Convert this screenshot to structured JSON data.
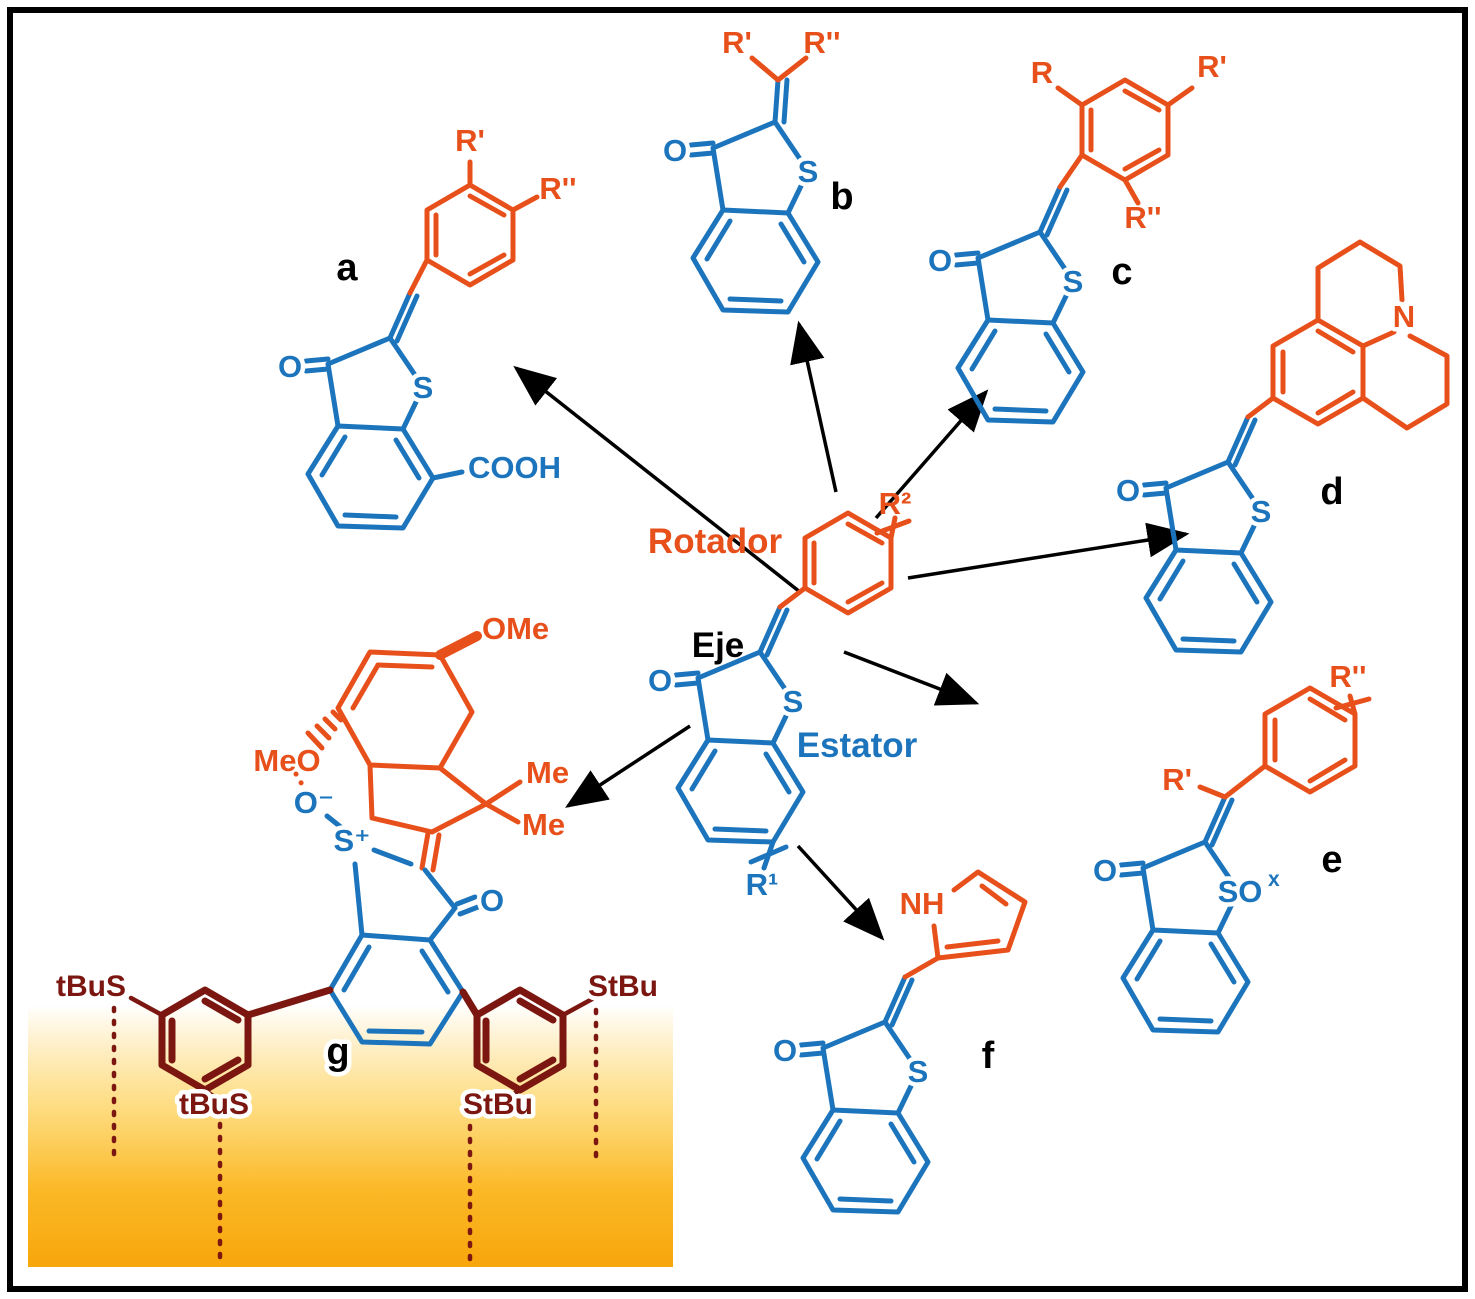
{
  "colors": {
    "rotor_orange": "#E8501B",
    "stator_blue": "#1C75BC",
    "tripod_maroon": "#7B1710",
    "surface_gold": "#F9AE0C",
    "arrow_black": "#000000"
  },
  "center": {
    "rotor_label": "Rotador",
    "axis_label": "Eje",
    "stator_label": "Estator",
    "r2": "R²",
    "r1": "R¹",
    "o": "O",
    "s": "S"
  },
  "a": {
    "letter": "a",
    "r_prime": "R'",
    "r_dprime": "R''",
    "o": "O",
    "s": "S",
    "cooh": "COOH"
  },
  "b": {
    "letter": "b",
    "r_prime": "R'",
    "r_dprime": "R''",
    "o": "O",
    "s": "S"
  },
  "c": {
    "letter": "c",
    "r": "R",
    "r_prime": "R'",
    "r_dprime": "R''",
    "o": "O",
    "s": "S"
  },
  "d": {
    "letter": "d",
    "n": "N",
    "o": "O",
    "s": "S"
  },
  "e": {
    "letter": "e",
    "r_prime": "R'",
    "r_dprime": "R''",
    "o": "O",
    "so": "SO",
    "so_sup": "x"
  },
  "f": {
    "letter": "f",
    "nh": "NH",
    "o": "O",
    "s": "S"
  },
  "g": {
    "letter": "g",
    "ome": "OMe",
    "meo": "MeO",
    "me_top": "Me",
    "me_bottom": "Me",
    "o_minus": "O⁻",
    "s_plus": "S⁺",
    "o": "O",
    "tbus_outer": "tBuS",
    "tbus_inner": "tBuS",
    "stbu_outer": "StBu",
    "stbu_inner": "StBu"
  }
}
